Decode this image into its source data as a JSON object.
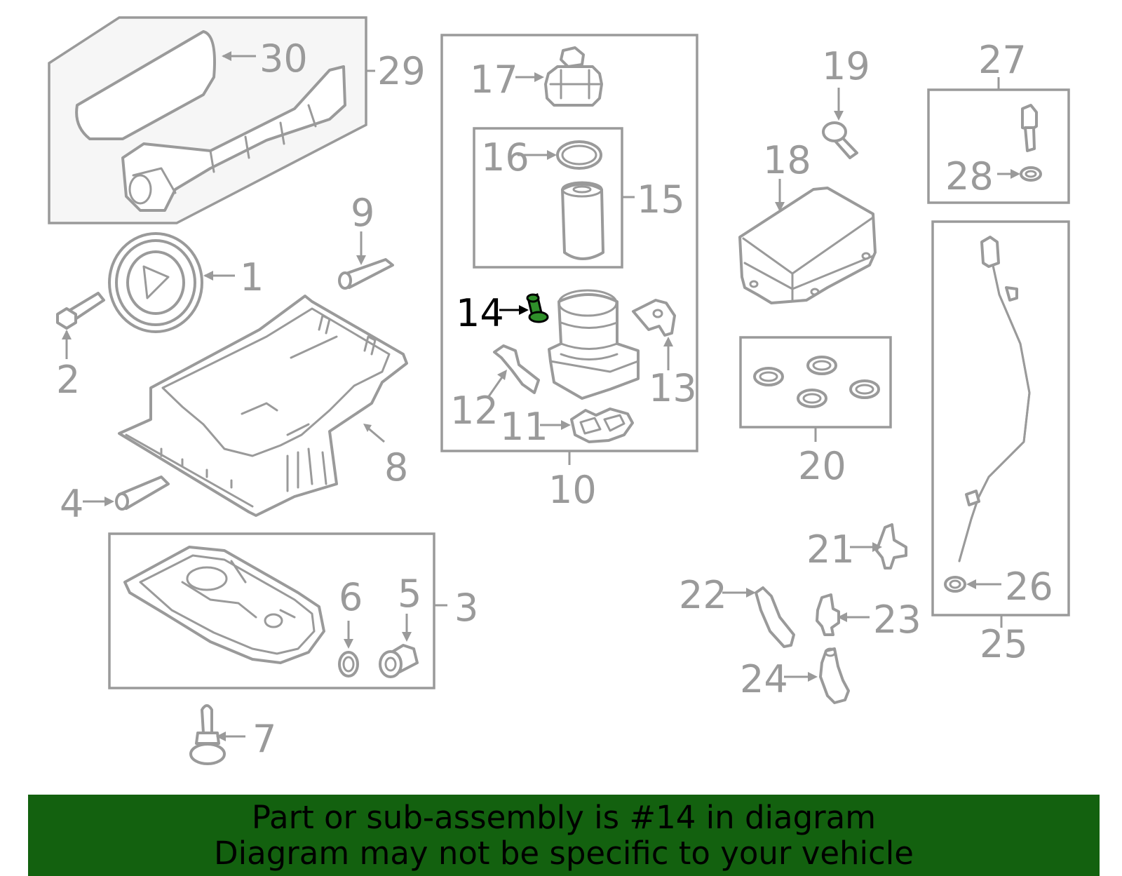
{
  "diagram": {
    "highlighted_part": "14",
    "highlight_color": "#2f8f2a",
    "callouts": [
      "1",
      "2",
      "3",
      "4",
      "5",
      "6",
      "7",
      "8",
      "9",
      "10",
      "11",
      "12",
      "13",
      "14",
      "15",
      "16",
      "17",
      "18",
      "19",
      "20",
      "21",
      "22",
      "23",
      "24",
      "25",
      "26",
      "27",
      "28",
      "29",
      "30"
    ]
  },
  "banner": {
    "line1": "Part or sub-assembly is #14 in diagram",
    "line2": "Diagram may not be specific to your vehicle",
    "background": "#13610f"
  }
}
